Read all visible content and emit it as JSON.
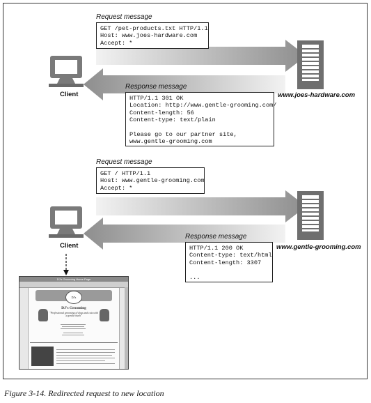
{
  "diagram": {
    "top": {
      "request_label": "Request message",
      "request_lines": [
        "GET /pet-products.txt HTTP/1.1",
        "Host: www.joes-hardware.com",
        "Accept: *"
      ],
      "response_label": "Response message",
      "response_lines": [
        "HTTP/1.1 301 OK",
        "Location: http://www.gentle-grooming.com/",
        "Content-length: 56",
        "Content-type: text/plain",
        "",
        "Please go to our partner site,",
        "www.gentle-grooming.com"
      ],
      "client_label": "Client",
      "server_label": "www.joes-hardware.com"
    },
    "bottom": {
      "request_label": "Request message",
      "request_lines": [
        "GET / HTTP/1.1",
        "Host: www.gentle-grooming.com",
        "Accept: *"
      ],
      "response_label": "Response message",
      "response_lines": [
        "HTTP/1.1 200 OK",
        "Content-type: text/html",
        "Content-length: 3307",
        "",
        "..."
      ],
      "client_label": "Client",
      "server_label": "www.gentle-grooming.com"
    },
    "browser": {
      "window_title": "DJ's Grooming Home Page",
      "logo_text": "DJ's",
      "site_title": "DJ's Grooming",
      "tagline": "\"Professional grooming of dogs and cats with a gentle touch\""
    }
  },
  "caption": "Figure 3-14. Redirected request to new location"
}
